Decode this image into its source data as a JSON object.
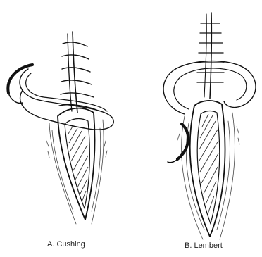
{
  "figure": {
    "panels": [
      {
        "id": "cushing",
        "caption": "A. Cushing"
      },
      {
        "id": "lembert",
        "caption": "B. Lembert"
      }
    ],
    "colors": {
      "ink": "#111111",
      "background": "#ffffff"
    },
    "icons": [
      "curved-needle-icon",
      "suture-thread-icon"
    ]
  }
}
